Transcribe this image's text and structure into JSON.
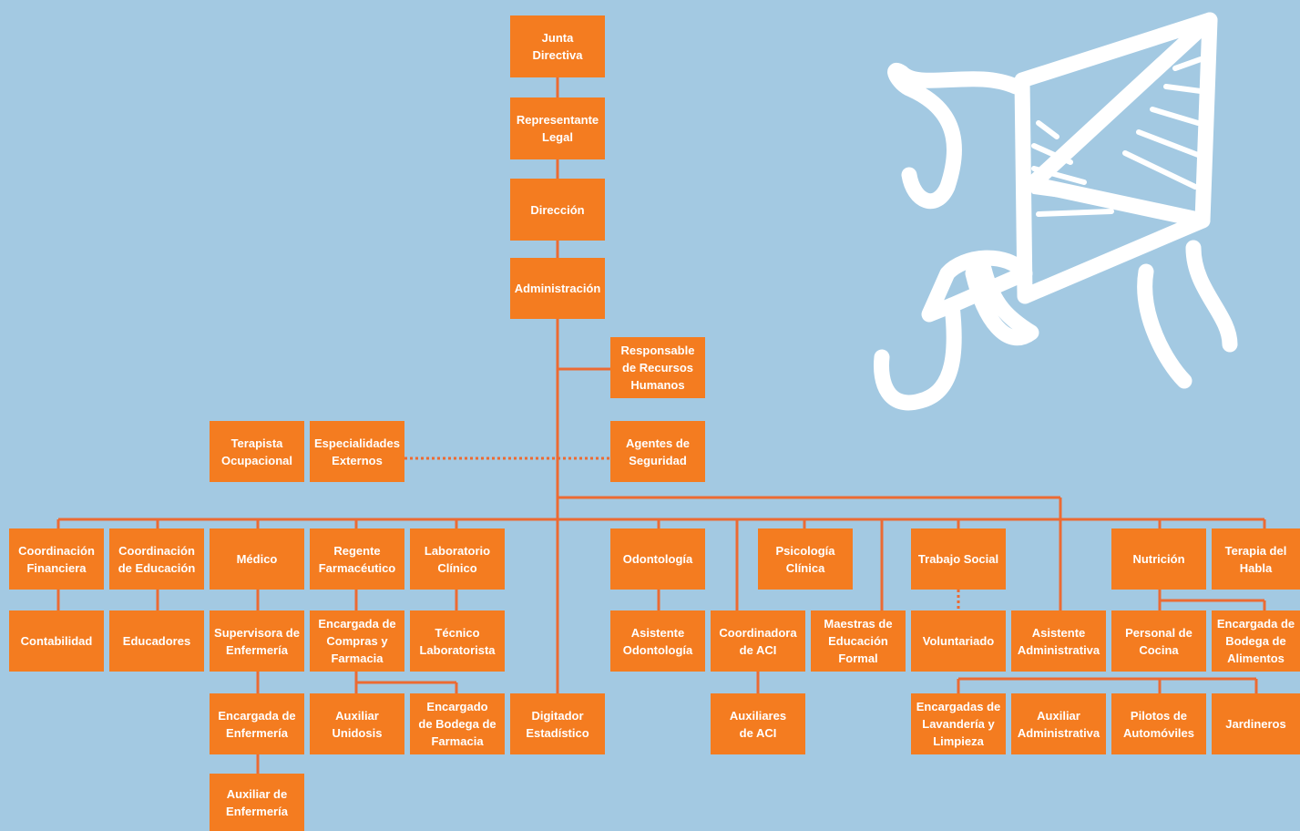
{
  "colors": {
    "background": "#a3c9e2",
    "box": "#f47c20",
    "line": "#ec6a33",
    "box_text": "#ffffff",
    "kite": "#ffffff"
  },
  "decoration": "kite-illustration",
  "nodes": {
    "junta-directiva": "Junta\nDirectiva",
    "representante-legal": "Representante\nLegal",
    "direccion": "Dirección",
    "administracion": "Administración",
    "responsable-rrhh": "Responsable\nde Recursos\nHumanos",
    "agentes-seguridad": "Agentes de\nSeguridad",
    "terapista-ocupacional": "Terapista\nOcupacional",
    "especialidades-externos": "Especialidades\nExternos",
    "coordinacion-financiera": "Coordinación\nFinanciera",
    "coordinacion-educacion": "Coordinación\nde Educación",
    "medico": "Médico",
    "regente-farmaceutico": "Regente\nFarmacéutico",
    "laboratorio-clinico": "Laboratorio\nClínico",
    "odontologia": "Odontología",
    "psicologia-clinica": "Psicología\nClínica",
    "trabajo-social": "Trabajo Social",
    "nutricion": "Nutrición",
    "terapia-habla": "Terapia del\nHabla",
    "contabilidad": "Contabilidad",
    "educadores": "Educadores",
    "supervisora-enfermeria": "Supervisora de\nEnfermería",
    "encargada-compras-farmacia": "Encargada de\nCompras y\nFarmacia",
    "tecnico-laboratorista": "Técnico\nLaboratorista",
    "asistente-odontologia": "Asistente\nOdontología",
    "coordinadora-aci": "Coordinadora\nde ACI",
    "maestras-educacion-formal": "Maestras de\nEducación\nFormal",
    "voluntariado": "Voluntariado",
    "asistente-administrativa": "Asistente\nAdministrativa",
    "personal-cocina": "Personal de\nCocina",
    "encargada-bodega-alimentos": "Encargada de\nBodega de\nAlimentos",
    "encargada-enfermeria": "Encargada de\nEnfermería",
    "auxiliar-unidosis": "Auxiliar\nUnidosis",
    "encargado-bodega-farmacia": "Encargado\nde Bodega de\nFarmacia",
    "digitador-estadistico": "Digitador\nEstadístico",
    "auxiliares-aci": "Auxiliares\nde ACI",
    "encargadas-lavanderia": "Encargadas de\nLavandería y\nLimpieza",
    "auxiliar-administrativa": "Auxiliar\nAdministrativa",
    "pilotos-automoviles": "Pilotos de\nAutomóviles",
    "jardineros": "Jardineros",
    "auxiliar-enfermeria": "Auxiliar de\nEnfermería"
  }
}
